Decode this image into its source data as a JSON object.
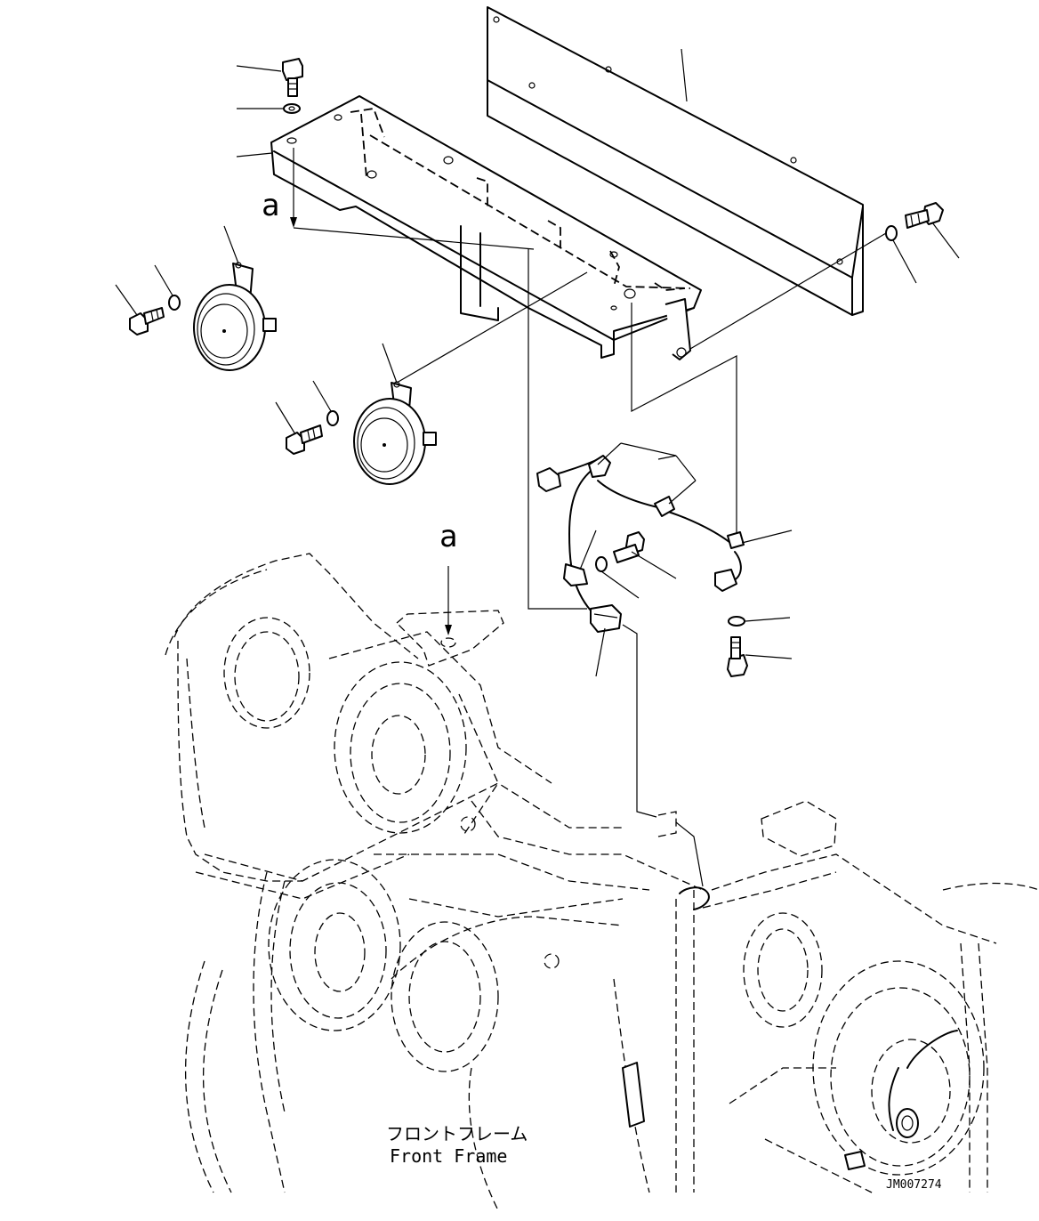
{
  "labels": {
    "view_marker_top": "a",
    "view_marker_bottom": "a",
    "front_frame_jp": "フロントフレーム",
    "front_frame_en": "Front Frame",
    "drawing_number": "JM007274"
  },
  "icons": {
    "horn_left": "horn-icon",
    "horn_right": "horn-icon",
    "bolt": "bolt-icon",
    "washer": "washer-icon",
    "wiring_harness": "harness-icon",
    "cover_plate": "cover-plate-icon",
    "bracket": "bracket-icon"
  },
  "colors": {
    "line": "#000000",
    "background": "#ffffff"
  }
}
